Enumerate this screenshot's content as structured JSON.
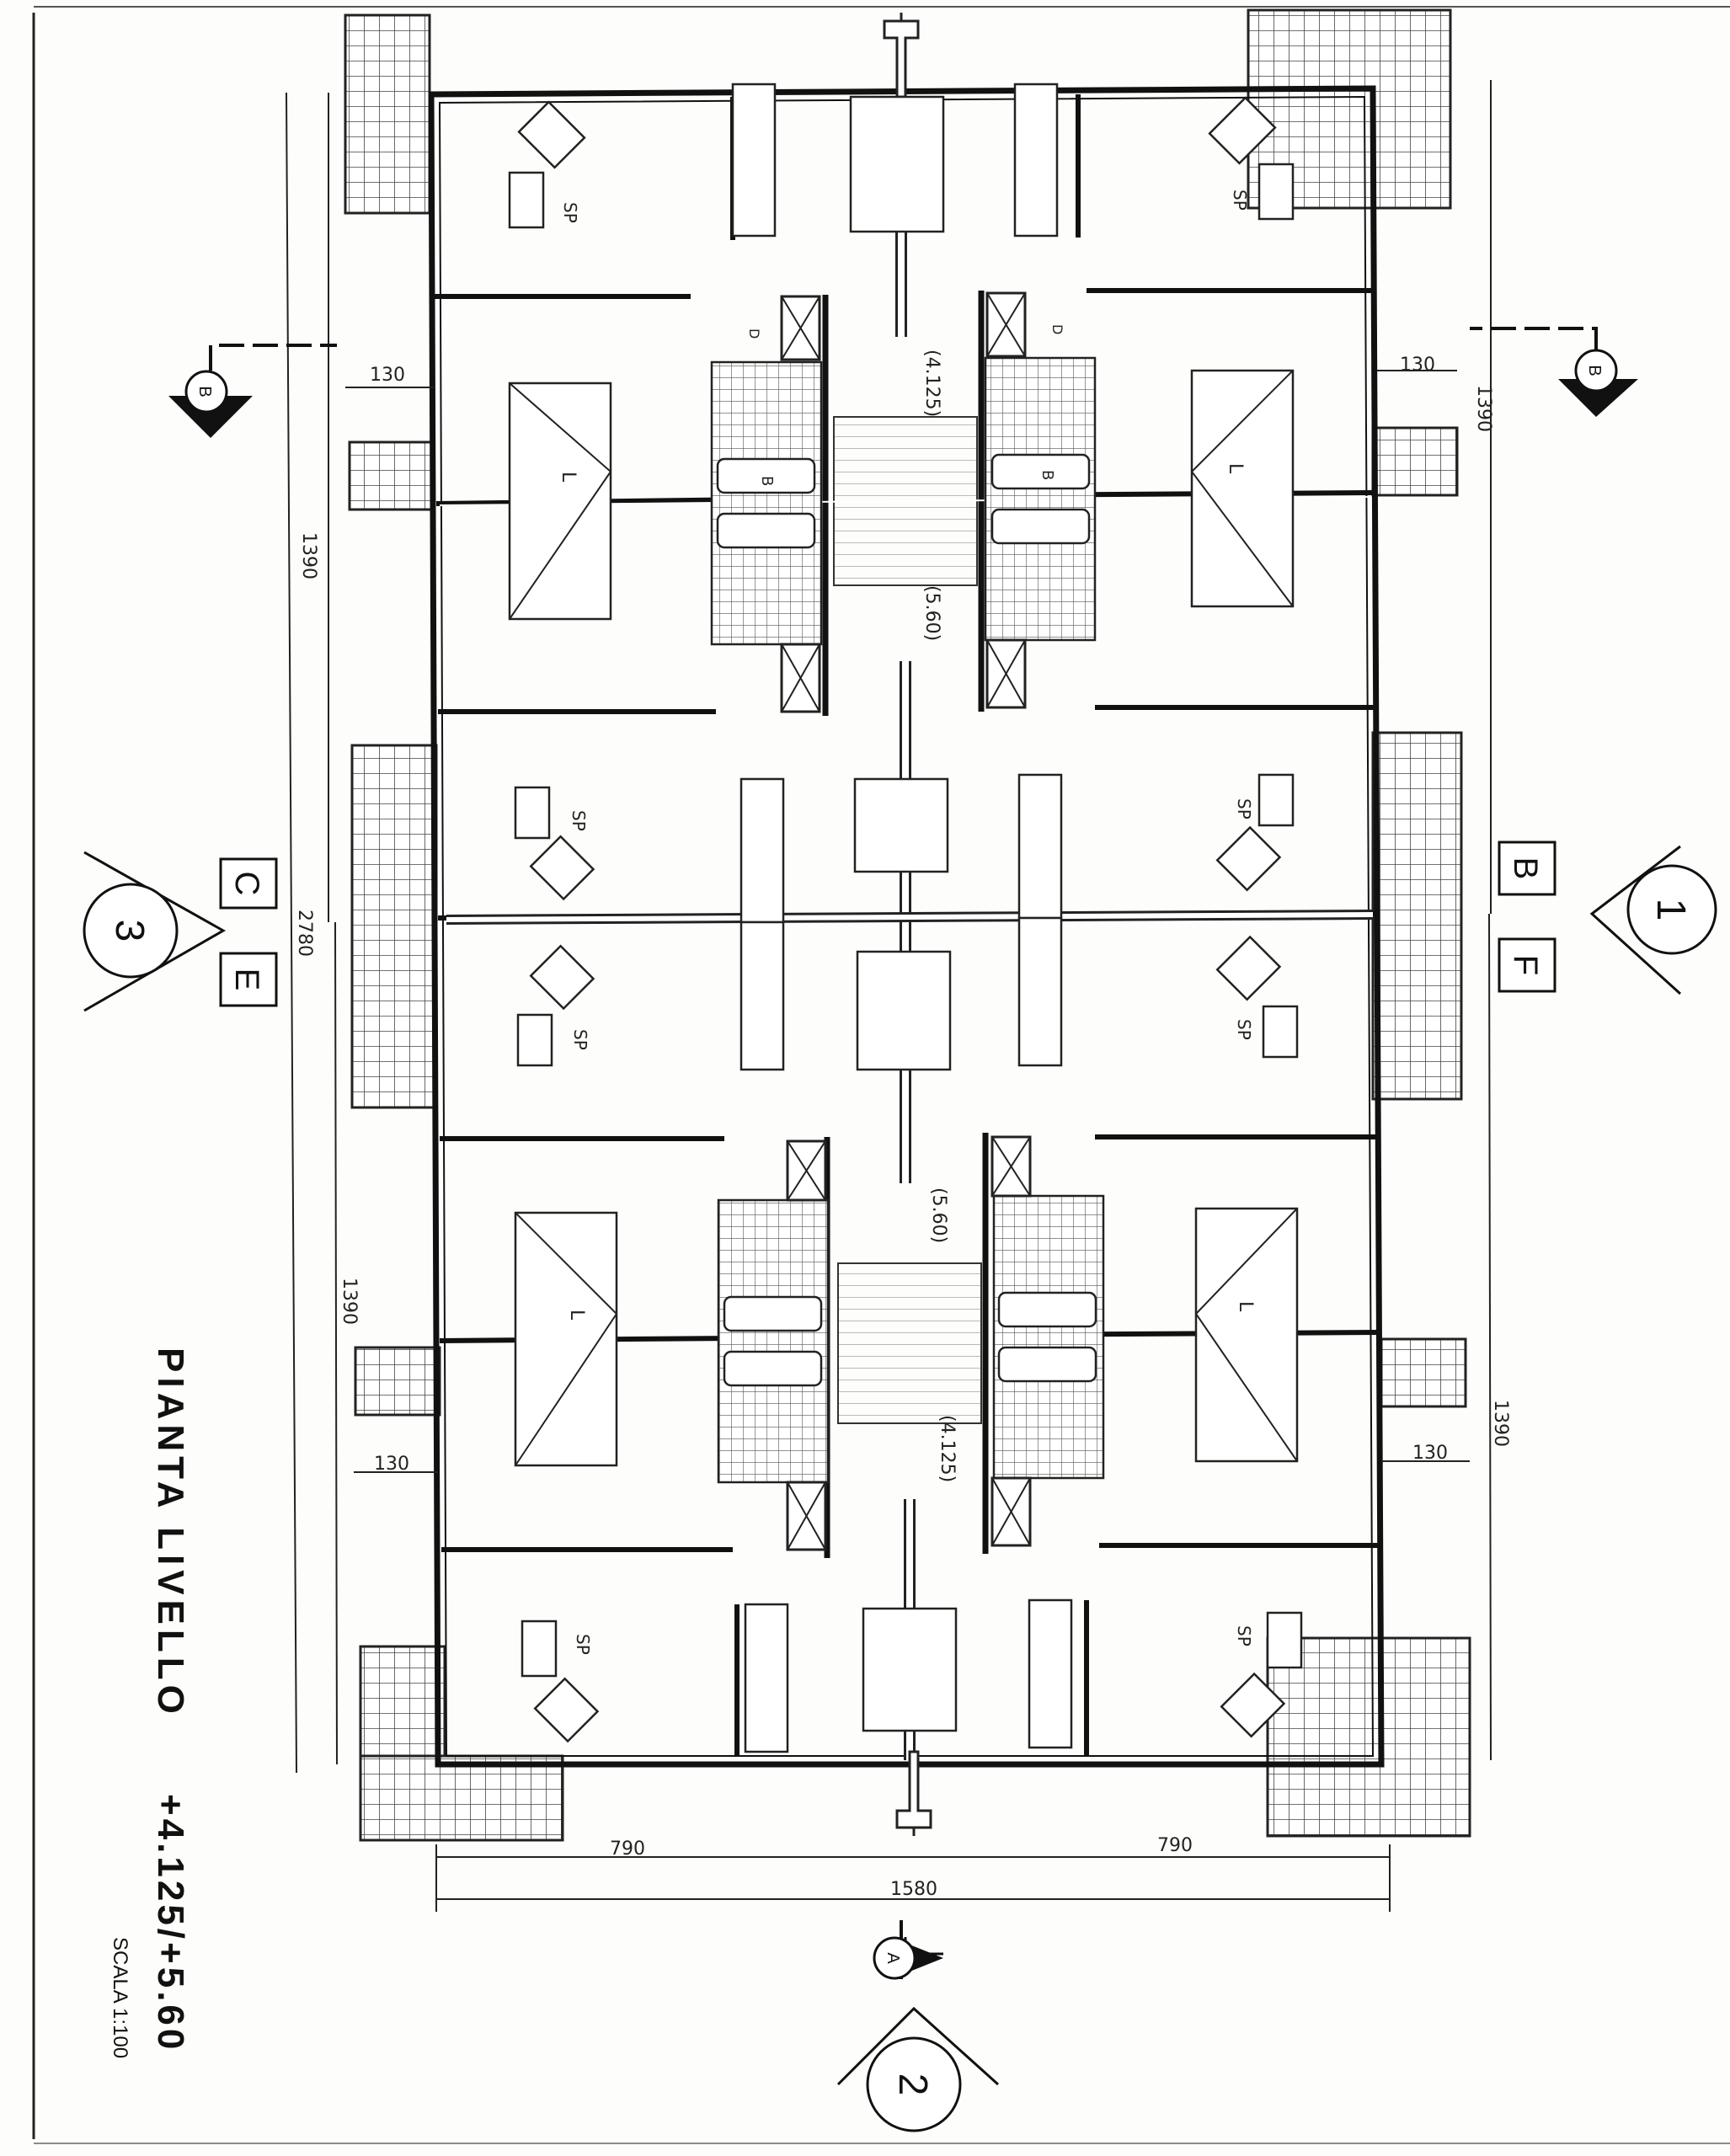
{
  "title": {
    "main": "PIANTA LIVELLO",
    "levels": "+4.125/+5.60",
    "scale": "SCALA 1:100"
  },
  "dimensions": {
    "width_half_left": "790",
    "width_half_right": "790",
    "width_total": "1580",
    "height_upper": "1390",
    "height_lower": "1390",
    "height_total": "2780",
    "balcony_depth": "130"
  },
  "elevations": {
    "landing_low": "(4.125)",
    "landing_high": "(5.60)"
  },
  "room_codes": {
    "living": "SP",
    "bedroom": "L",
    "bath": "B",
    "storage": "D"
  },
  "sections": {
    "a": "A",
    "b": "B"
  },
  "views": {
    "one": "1",
    "two": "2",
    "three": "3"
  },
  "blocks": {
    "c": "C",
    "e": "E",
    "b": "B",
    "f": "F"
  }
}
